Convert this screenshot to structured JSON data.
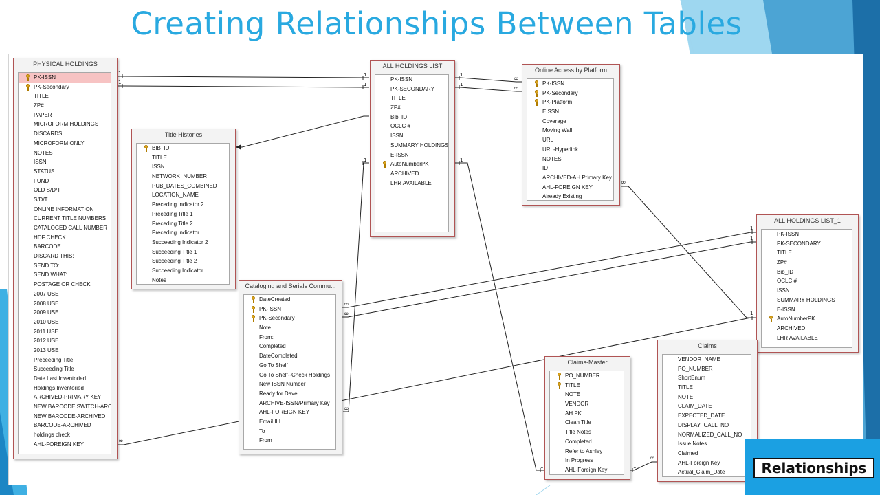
{
  "slide": {
    "title": "Creating Relationships Between Tables",
    "badge": "Relationships"
  },
  "colors": {
    "title": "#29a9e0",
    "badge": "#1ba0e2",
    "table_border": "#b05454",
    "selected_row": "#f7c3c3"
  },
  "tables": [
    {
      "id": "physical-holdings",
      "title": "PHYSICAL HOLDINGS",
      "selected_index": 0,
      "fields": [
        {
          "name": "PK-ISSN",
          "key": true
        },
        {
          "name": "PK-Secondary",
          "key": true
        },
        {
          "name": "TITLE"
        },
        {
          "name": "ZP#"
        },
        {
          "name": "PAPER"
        },
        {
          "name": "MICROFORM HOLDINGS"
        },
        {
          "name": "DISCARDS:"
        },
        {
          "name": "MICROFORM ONLY"
        },
        {
          "name": "NOTES"
        },
        {
          "name": "ISSN"
        },
        {
          "name": "STATUS"
        },
        {
          "name": "FUND"
        },
        {
          "name": "OLD S/D/T"
        },
        {
          "name": "S/D/T"
        },
        {
          "name": "ONLINE INFORMATION"
        },
        {
          "name": "CURRENT TITLE NUMBERS"
        },
        {
          "name": "CATALOGED CALL NUMBER"
        },
        {
          "name": "HDF CHECK"
        },
        {
          "name": "BARCODE"
        },
        {
          "name": "DISCARD THIS:"
        },
        {
          "name": "SEND TO:"
        },
        {
          "name": "SEND WHAT:"
        },
        {
          "name": "POSTAGE OR CHECK"
        },
        {
          "name": "2007 USE"
        },
        {
          "name": "2008 USE"
        },
        {
          "name": "2009 USE"
        },
        {
          "name": "2010 USE"
        },
        {
          "name": "2011 USE"
        },
        {
          "name": "2012 USE"
        },
        {
          "name": "2013 USE"
        },
        {
          "name": "Preceeding Title"
        },
        {
          "name": "Succeeding Title"
        },
        {
          "name": "Date Last Inventoried"
        },
        {
          "name": "Holdings Inventoried"
        },
        {
          "name": "ARCHIVED-PRIMARY KEY"
        },
        {
          "name": "NEW BARCODE SWITCH-ARCH"
        },
        {
          "name": "NEW BARCODE-ARCHIVED"
        },
        {
          "name": "BARCODE-ARCHIVED"
        },
        {
          "name": "holdings check"
        },
        {
          "name": "AHL-FOREIGN KEY"
        }
      ]
    },
    {
      "id": "title-histories",
      "title": "Title Histories",
      "fields": [
        {
          "name": "BIB_ID",
          "key": true
        },
        {
          "name": "TITLE"
        },
        {
          "name": "ISSN"
        },
        {
          "name": "NETWORK_NUMBER"
        },
        {
          "name": "PUB_DATES_COMBINED"
        },
        {
          "name": "LOCATION_NAME"
        },
        {
          "name": "Preceding Indicator 2"
        },
        {
          "name": "Preceding Title 1"
        },
        {
          "name": "Preceding Title 2"
        },
        {
          "name": "Preceding Indicator"
        },
        {
          "name": "Succeeding Indicator 2"
        },
        {
          "name": "Succeeding Title 1"
        },
        {
          "name": "Succeeding Title 2"
        },
        {
          "name": "Succeeding Indicator"
        },
        {
          "name": "Notes"
        }
      ]
    },
    {
      "id": "all-holdings-list",
      "title": "ALL HOLDINGS LIST",
      "fields": [
        {
          "name": "PK-ISSN"
        },
        {
          "name": "PK-SECONDARY"
        },
        {
          "name": "TITLE"
        },
        {
          "name": "ZP#"
        },
        {
          "name": "Bib_ID"
        },
        {
          "name": "OCLC #"
        },
        {
          "name": "ISSN"
        },
        {
          "name": "SUMMARY HOLDINGS"
        },
        {
          "name": "E-ISSN"
        },
        {
          "name": "AutoNumberPK",
          "key": true
        },
        {
          "name": "ARCHIVED"
        },
        {
          "name": "LHR AVAILABLE"
        }
      ]
    },
    {
      "id": "online-access",
      "title": "Online Access by Platform",
      "fields": [
        {
          "name": "PK-ISSN",
          "key": true
        },
        {
          "name": "PK-Secondary",
          "key": true
        },
        {
          "name": "PK-Platform",
          "key": true
        },
        {
          "name": "EISSN"
        },
        {
          "name": "Coverage"
        },
        {
          "name": "Moving Wall"
        },
        {
          "name": "URL"
        },
        {
          "name": "URL-Hyperlink"
        },
        {
          "name": "NOTES"
        },
        {
          "name": "ID"
        },
        {
          "name": "ARCHIVED-AH Primary Key"
        },
        {
          "name": "AHL-FOREIGN KEY"
        },
        {
          "name": "Already Existing"
        }
      ]
    },
    {
      "id": "cataloging-serials",
      "title": "Cataloging and Serials Commu...",
      "fields": [
        {
          "name": "DateCreated",
          "key": true
        },
        {
          "name": "PK-ISSN",
          "key": true
        },
        {
          "name": "PK-Secondary",
          "key": true
        },
        {
          "name": "Note"
        },
        {
          "name": "From:"
        },
        {
          "name": "Completed"
        },
        {
          "name": "DateCompleted"
        },
        {
          "name": "Go To Shelf"
        },
        {
          "name": "Go To Shelf--Check Holdings"
        },
        {
          "name": "New ISSN Number"
        },
        {
          "name": "Ready for Dave"
        },
        {
          "name": "ARCHIVE-ISSN/Primary Key"
        },
        {
          "name": "AHL-FOREIGN KEY"
        },
        {
          "name": "Email ILL"
        },
        {
          "name": "To"
        },
        {
          "name": "From"
        }
      ]
    },
    {
      "id": "all-holdings-list-1",
      "title": "ALL HOLDINGS LIST_1",
      "fields": [
        {
          "name": "PK-ISSN"
        },
        {
          "name": "PK-SECONDARY"
        },
        {
          "name": "TITLE"
        },
        {
          "name": "ZP#"
        },
        {
          "name": "Bib_ID"
        },
        {
          "name": "OCLC #"
        },
        {
          "name": "ISSN"
        },
        {
          "name": "SUMMARY HOLDINGS"
        },
        {
          "name": "E-ISSN"
        },
        {
          "name": "AutoNumberPK",
          "key": true
        },
        {
          "name": "ARCHIVED"
        },
        {
          "name": "LHR AVAILABLE"
        }
      ]
    },
    {
      "id": "claims-master",
      "title": "Claims-Master",
      "fields": [
        {
          "name": "PO_NUMBER",
          "key": true
        },
        {
          "name": "TITLE",
          "key": true
        },
        {
          "name": "NOTE"
        },
        {
          "name": "VENDOR"
        },
        {
          "name": "AH PK"
        },
        {
          "name": "Clean Title"
        },
        {
          "name": "Title Notes"
        },
        {
          "name": "Completed"
        },
        {
          "name": "Refer to Ashley"
        },
        {
          "name": "In Progress"
        },
        {
          "name": "AHL-Foreign Key"
        }
      ]
    },
    {
      "id": "claims",
      "title": "Claims",
      "fields": [
        {
          "name": "VENDOR_NAME"
        },
        {
          "name": "PO_NUMBER"
        },
        {
          "name": "ShortEnum"
        },
        {
          "name": "TITLE"
        },
        {
          "name": "NOTE"
        },
        {
          "name": "CLAIM_DATE"
        },
        {
          "name": "EXPECTED_DATE"
        },
        {
          "name": "DISPLAY_CALL_NO"
        },
        {
          "name": "NORMALIZED_CALL_NO"
        },
        {
          "name": "Issue Notes"
        },
        {
          "name": "Claimed"
        },
        {
          "name": "AHL-Foreign Key"
        },
        {
          "name": "Actual_Claim_Date"
        }
      ]
    }
  ],
  "relationships": [
    {
      "from": "physical-holdings.PK-ISSN",
      "to": "all-holdings-list.PK-ISSN",
      "from_end": "1",
      "to_end": "1"
    },
    {
      "from": "physical-holdings.PK-Secondary",
      "to": "all-holdings-list.PK-SECONDARY",
      "from_end": "1",
      "to_end": "1"
    },
    {
      "from": "all-holdings-list.PK-ISSN",
      "to": "online-access.PK-ISSN",
      "from_end": "1",
      "to_end": "∞"
    },
    {
      "from": "all-holdings-list.PK-SECONDARY",
      "to": "online-access.PK-Secondary",
      "from_end": "1",
      "to_end": "∞"
    },
    {
      "from": "all-holdings-list.Bib_ID",
      "to": "title-histories.BIB_ID",
      "from_end": "",
      "to_end": ""
    },
    {
      "from": "all-holdings-list.AutoNumberPK",
      "to": "cataloging-serials.AHL-FOREIGN KEY",
      "from_end": "1",
      "to_end": "∞"
    },
    {
      "from": "all-holdings-list.AutoNumberPK",
      "to": "claims-master.AHL-Foreign Key",
      "from_end": "1",
      "to_end": "1"
    },
    {
      "from": "all-holdings-list-1.PK-ISSN",
      "to": "cataloging-serials.PK-ISSN",
      "from_end": "1",
      "to_end": "∞"
    },
    {
      "from": "all-holdings-list-1.PK-SECONDARY",
      "to": "cataloging-serials.PK-Secondary",
      "from_end": "1",
      "to_end": "∞"
    },
    {
      "from": "all-holdings-list-1.AutoNumberPK",
      "to": "physical-holdings.AHL-FOREIGN KEY",
      "from_end": "1",
      "to_end": "∞"
    },
    {
      "from": "all-holdings-list-1.AutoNumberPK",
      "to": "online-access.AHL-FOREIGN KEY",
      "from_end": "",
      "to_end": "∞"
    },
    {
      "from": "claims-master.AHL-Foreign Key",
      "to": "claims.AHL-Foreign Key",
      "from_end": "1",
      "to_end": "∞"
    }
  ]
}
